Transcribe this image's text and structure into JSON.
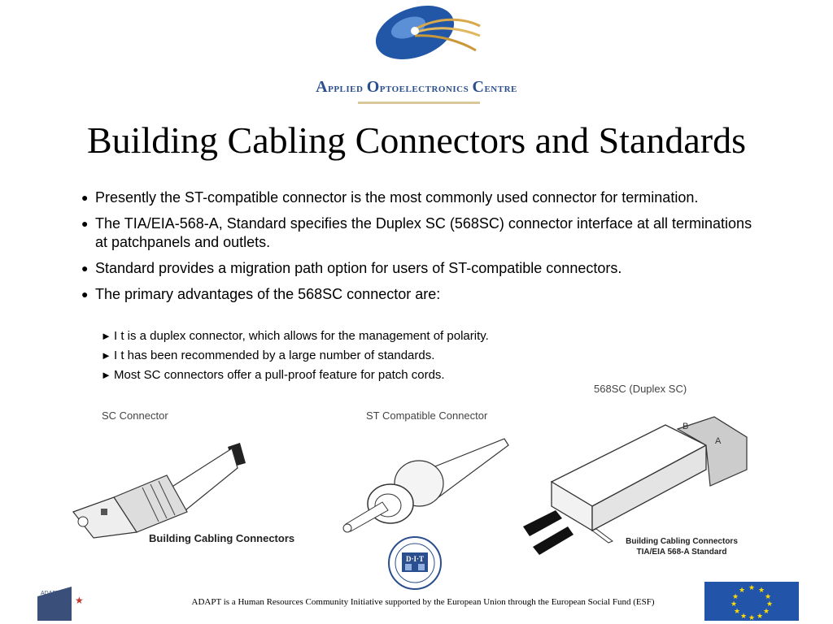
{
  "header": {
    "org_first": "A",
    "org_rest1": "pplied ",
    "org_first2": "O",
    "org_rest2": "ptoelectronics ",
    "org_first3": "C",
    "org_rest3": "entre"
  },
  "title": "Building Cabling Connectors and Standards",
  "bullets": [
    "Presently the ST-compatible connector is the most commonly used connector for termination.",
    "The TIA/EIA-568-A, Standard specifies the Duplex SC (568SC) connector interface at all terminations at patchpanels and outlets.",
    "Standard provides a migration path option for users of ST-compatible connectors.",
    "The primary advantages of the 568SC connector are:"
  ],
  "sub_bullets": [
    "I t is a duplex connector, which allows for the management of polarity.",
    "I t has been recommended by a large number of standards.",
    "Most SC connectors offer a pull-proof feature for patch cords."
  ],
  "figures": {
    "sc_label": "SC Connector",
    "st_label": "ST Compatible Connector",
    "duplex_label": "568SC (Duplex SC)",
    "caption_left": "Building Cabling Connectors",
    "caption_right_1": "Building Cabling Connectors",
    "caption_right_2": "TIA/EIA 568-A Standard",
    "port_b": "B",
    "port_a": "A"
  },
  "logos": {
    "dit": "D·I·T",
    "adapt": "ADAPT",
    "adapt_star": "★"
  },
  "footer": "ADAPT is a Human Resources Community Initiative supported by the European Union through the European Social Fund (ESF)"
}
